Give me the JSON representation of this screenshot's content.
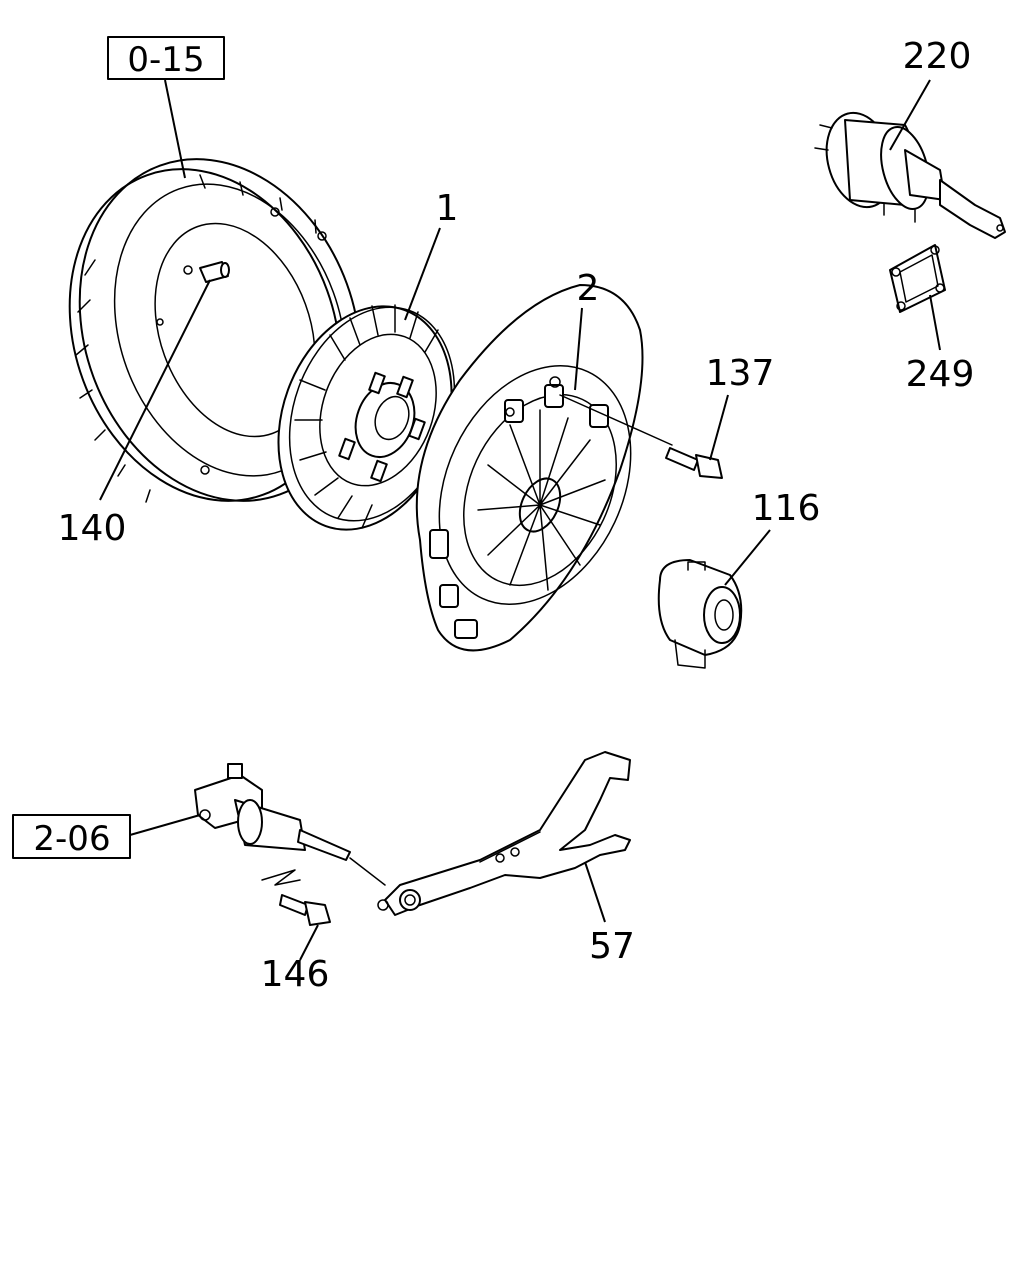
{
  "references": {
    "flywheel_ref": "0-15",
    "cylinder_ref": "2-06"
  },
  "callouts": {
    "c1": "1",
    "c2": "2",
    "c57": "57",
    "c116": "116",
    "c137": "137",
    "c140": "140",
    "c146": "146",
    "c220": "220",
    "c249": "249"
  }
}
